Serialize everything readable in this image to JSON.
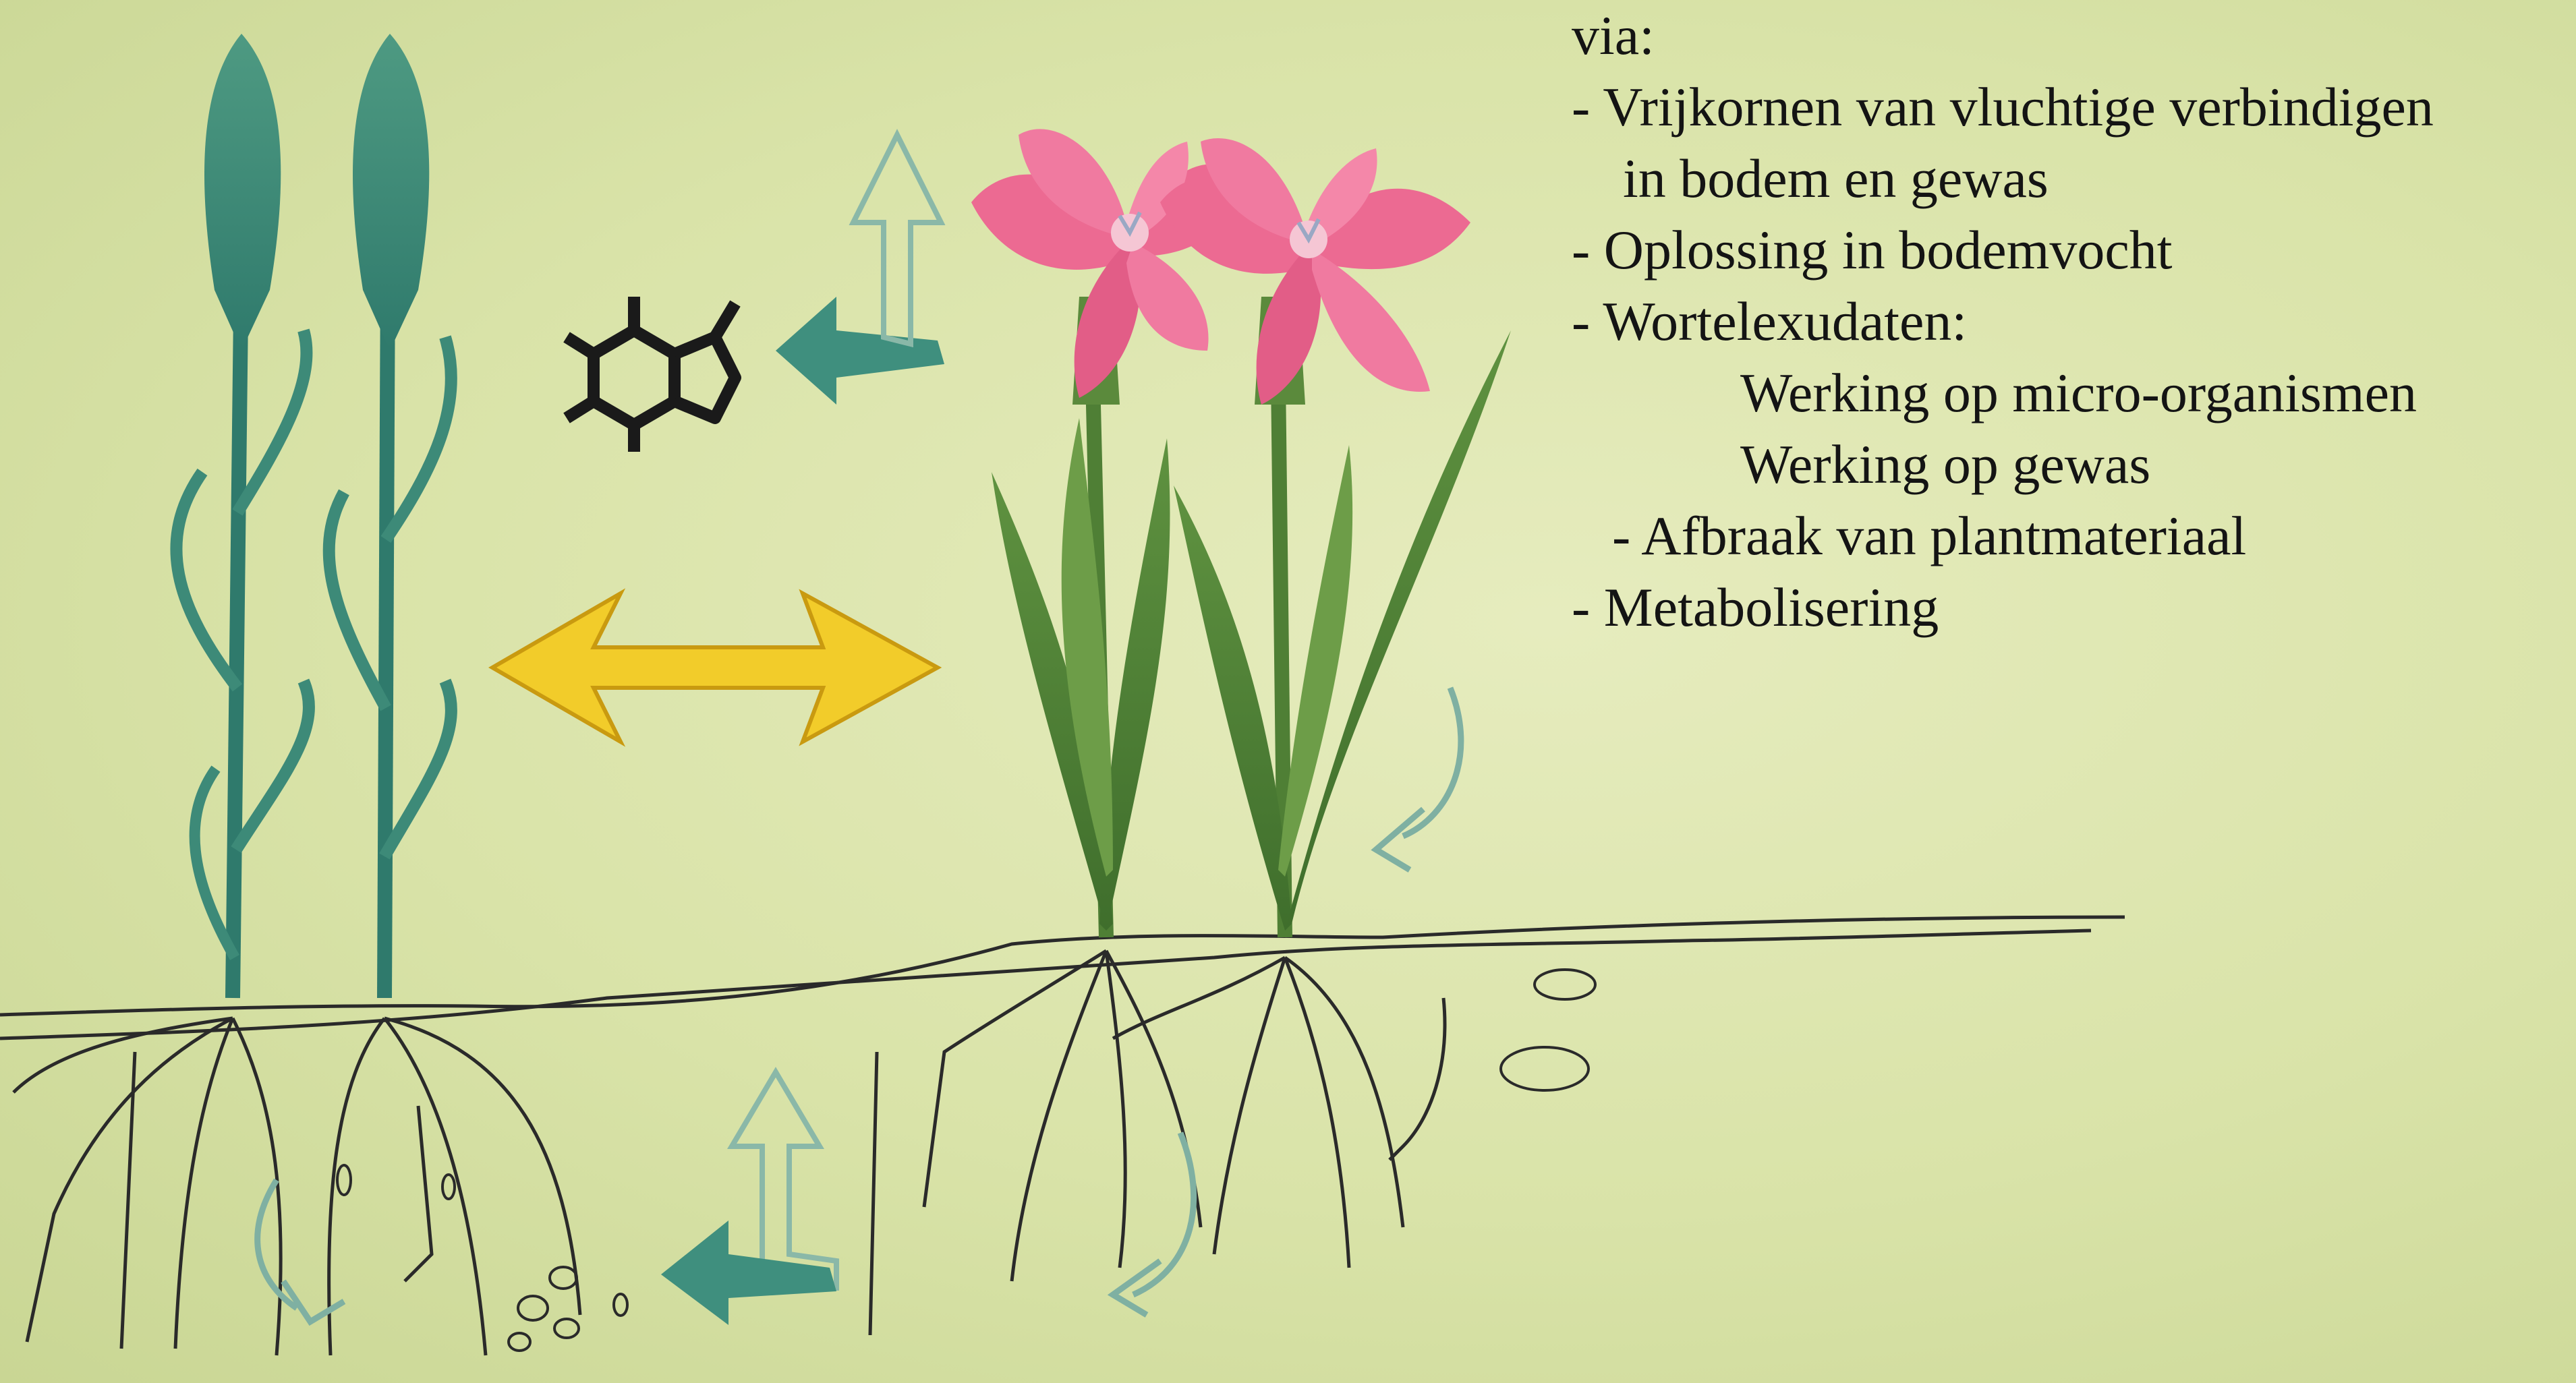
{
  "text_panel": {
    "intro": "via:",
    "lines": [
      "- Vrijkornen van vluchtige verbindigen",
      "in bodem en gewas",
      "- Oplossing in bodemvocht",
      "- Wortelexudaten:",
      "Werking op micro-organismen",
      "Werking op gewas",
      "- Afbraak van plantmateriaal",
      "- Metabolisering"
    ]
  },
  "colors": {
    "background": "#dde6ad",
    "cereal_plant": "#3d8a78",
    "flower_petal": "#ec6a92",
    "flower_leaf": "#5b8a3c",
    "teal_arrow": "#3f8f7e",
    "outline_arrow": "#8ab8a8",
    "yellow_arrow": "#f2cc2a",
    "root_line": "#2a2a2a"
  },
  "icons": [
    "cereal-plant-icon",
    "carnation-plant-icon",
    "chemical-structure-icon",
    "interaction-double-arrow-icon",
    "release-arrow-icon",
    "cycle-arrow-icon"
  ]
}
